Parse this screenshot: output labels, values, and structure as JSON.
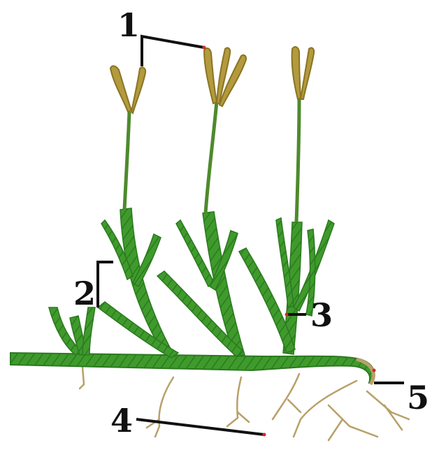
{
  "colors": {
    "background": "#ffffff",
    "leaf": "#3f9a2c",
    "leaf_dark": "#2b7a1f",
    "strobilus": "#b39a3c",
    "strobilus_dark": "#8a7424",
    "root": "#b8a168",
    "leader": "#111111",
    "leader_tip": "#d62828"
  },
  "labels": {
    "spore_cones": "1",
    "leafy_shoot": "2",
    "branch_junction": "3",
    "roots": "4",
    "rhizome_tip": "5"
  }
}
